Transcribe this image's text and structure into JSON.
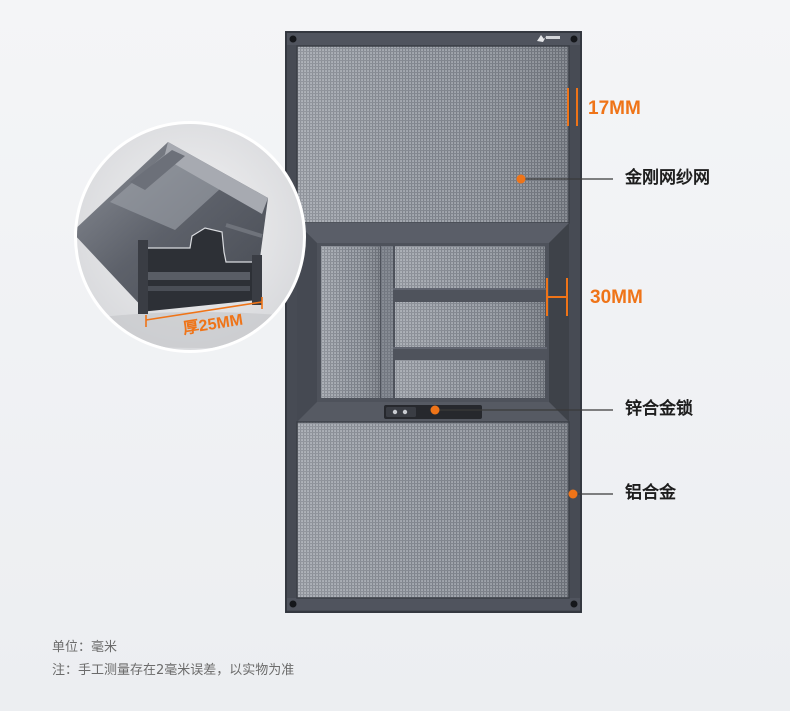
{
  "dimensions": {
    "frame_label": "17MM",
    "sash_label": "30MM",
    "profile_label": "厚25MM"
  },
  "callouts": {
    "mesh": "金刚网纱网",
    "lock": "锌合金锁",
    "frame": "铝合金"
  },
  "notes": {
    "unit": "单位：毫米",
    "disclaimer": "注：手工测量存在2毫米误差，以实物为准"
  },
  "icons": {
    "brand_logo": "brand-logo-icon"
  },
  "colors": {
    "accent": "#ef7418",
    "frame": "#4a4e57",
    "mesh": "#8d929a",
    "background": "#f0f1f3",
    "callout_text": "#1e1e1e",
    "note_text": "#6b6b6b"
  }
}
